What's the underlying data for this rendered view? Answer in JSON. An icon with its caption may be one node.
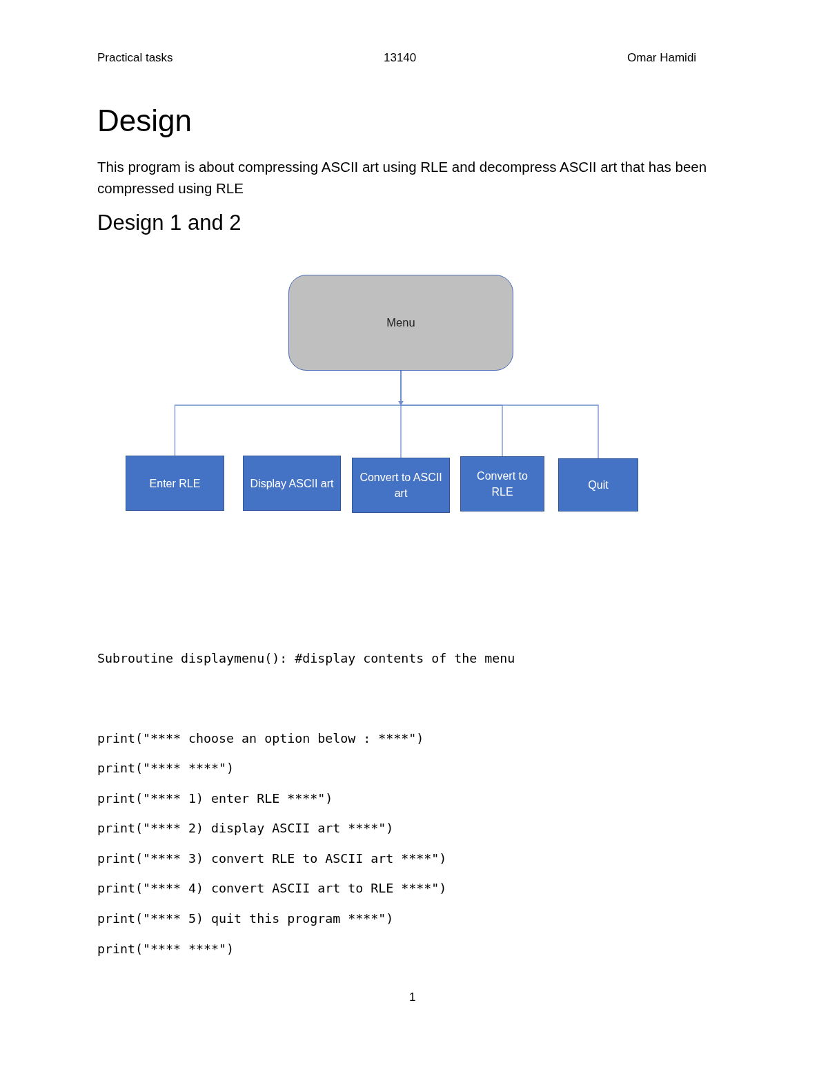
{
  "diagram": {
    "title": "Design",
    "nodes": [
      {
        "text": [
          "Menu"
        ]
      },
      {
        "text": [
          "Enter RLE"
        ]
      },
      {
        "text": [
          "Display ASCII art"
        ]
      },
      {
        "text": [
          "Convert to ASCII art"
        ]
      },
      {
        "text": [
          "Convert to RLE"
        ]
      },
      {
        "text": [
          "Quit"
        ]
      }
    ],
    "edges": [
      {
        "from": 0,
        "to": 1,
        "arrow": "to"
      },
      {
        "from": 0,
        "to": 3,
        "arrow": "to"
      },
      {
        "from": 0,
        "to": 4,
        "arrow": "to"
      },
      {
        "from": 0,
        "to": 5,
        "arrow": "to"
      }
    ],
    "labels": [
      "Practical tasks",
      "13140",
      "Omar Hamidi",
      "This program is about compressing ASCII art using RLE and decompress ASCII art that has been compressed using RLE",
      "Design 1 and 2",
      "Subroutine displaymenu(): #display contents of the menu",
      "print(\"**** choose an option below : ****\")",
      "print(\"**** ****\")",
      "print(\"**** 1) enter RLE ****\")",
      "print(\"**** 2) display ASCII art ****\")",
      "print(\"**** 3) convert RLE to ASCII art ****\")",
      "print(\"**** 4) convert ASCII art to RLE ****\")",
      "print(\"**** 5) quit this program ****\")",
      "print(\"**** ****\")",
      "1"
    ]
  }
}
